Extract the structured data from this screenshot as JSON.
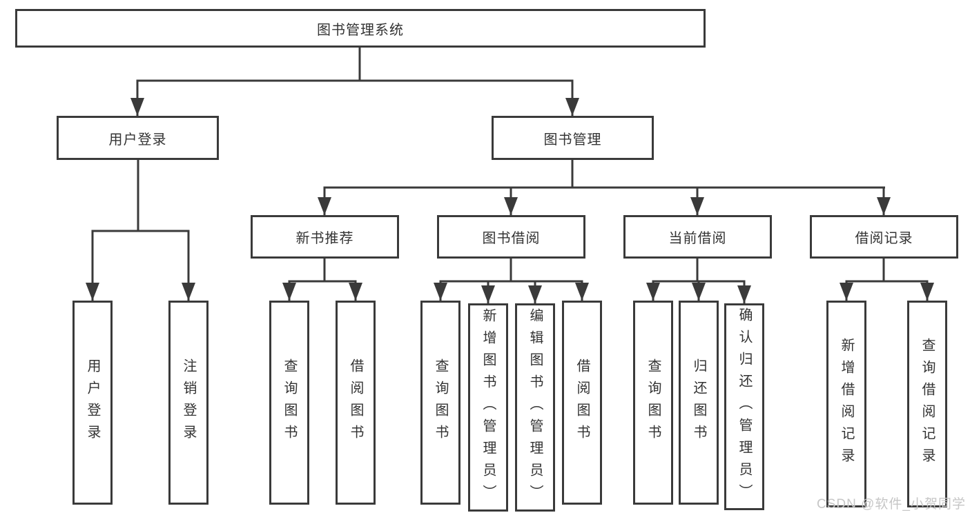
{
  "root": {
    "label": "图书管理系统"
  },
  "level2": [
    {
      "label": "用户登录"
    },
    {
      "label": "图书管理"
    }
  ],
  "level3": [
    {
      "label": "新书推荐"
    },
    {
      "label": "图书借阅"
    },
    {
      "label": "当前借阅"
    },
    {
      "label": "借阅记录"
    }
  ],
  "leaves": [
    {
      "label": "用户登录"
    },
    {
      "label": "注销登录"
    },
    {
      "label": "查询图书"
    },
    {
      "label": "借阅图书"
    },
    {
      "label": "查询图书"
    },
    {
      "label": "新增图书（管理员）"
    },
    {
      "label": "编辑图书（管理员）"
    },
    {
      "label": "借阅图书"
    },
    {
      "label": "查询图书"
    },
    {
      "label": "归还图书"
    },
    {
      "label": "确认归还（管理员）"
    },
    {
      "label": "新增借阅记录"
    },
    {
      "label": "查询借阅记录"
    }
  ],
  "watermark": "CSDN @软件_小贺同学",
  "colors": {
    "line": "#3a3a3a",
    "box_border": "#3a3a3a",
    "box_fill": "#ffffff",
    "text": "#333333",
    "watermark": "#c6c6c6"
  }
}
